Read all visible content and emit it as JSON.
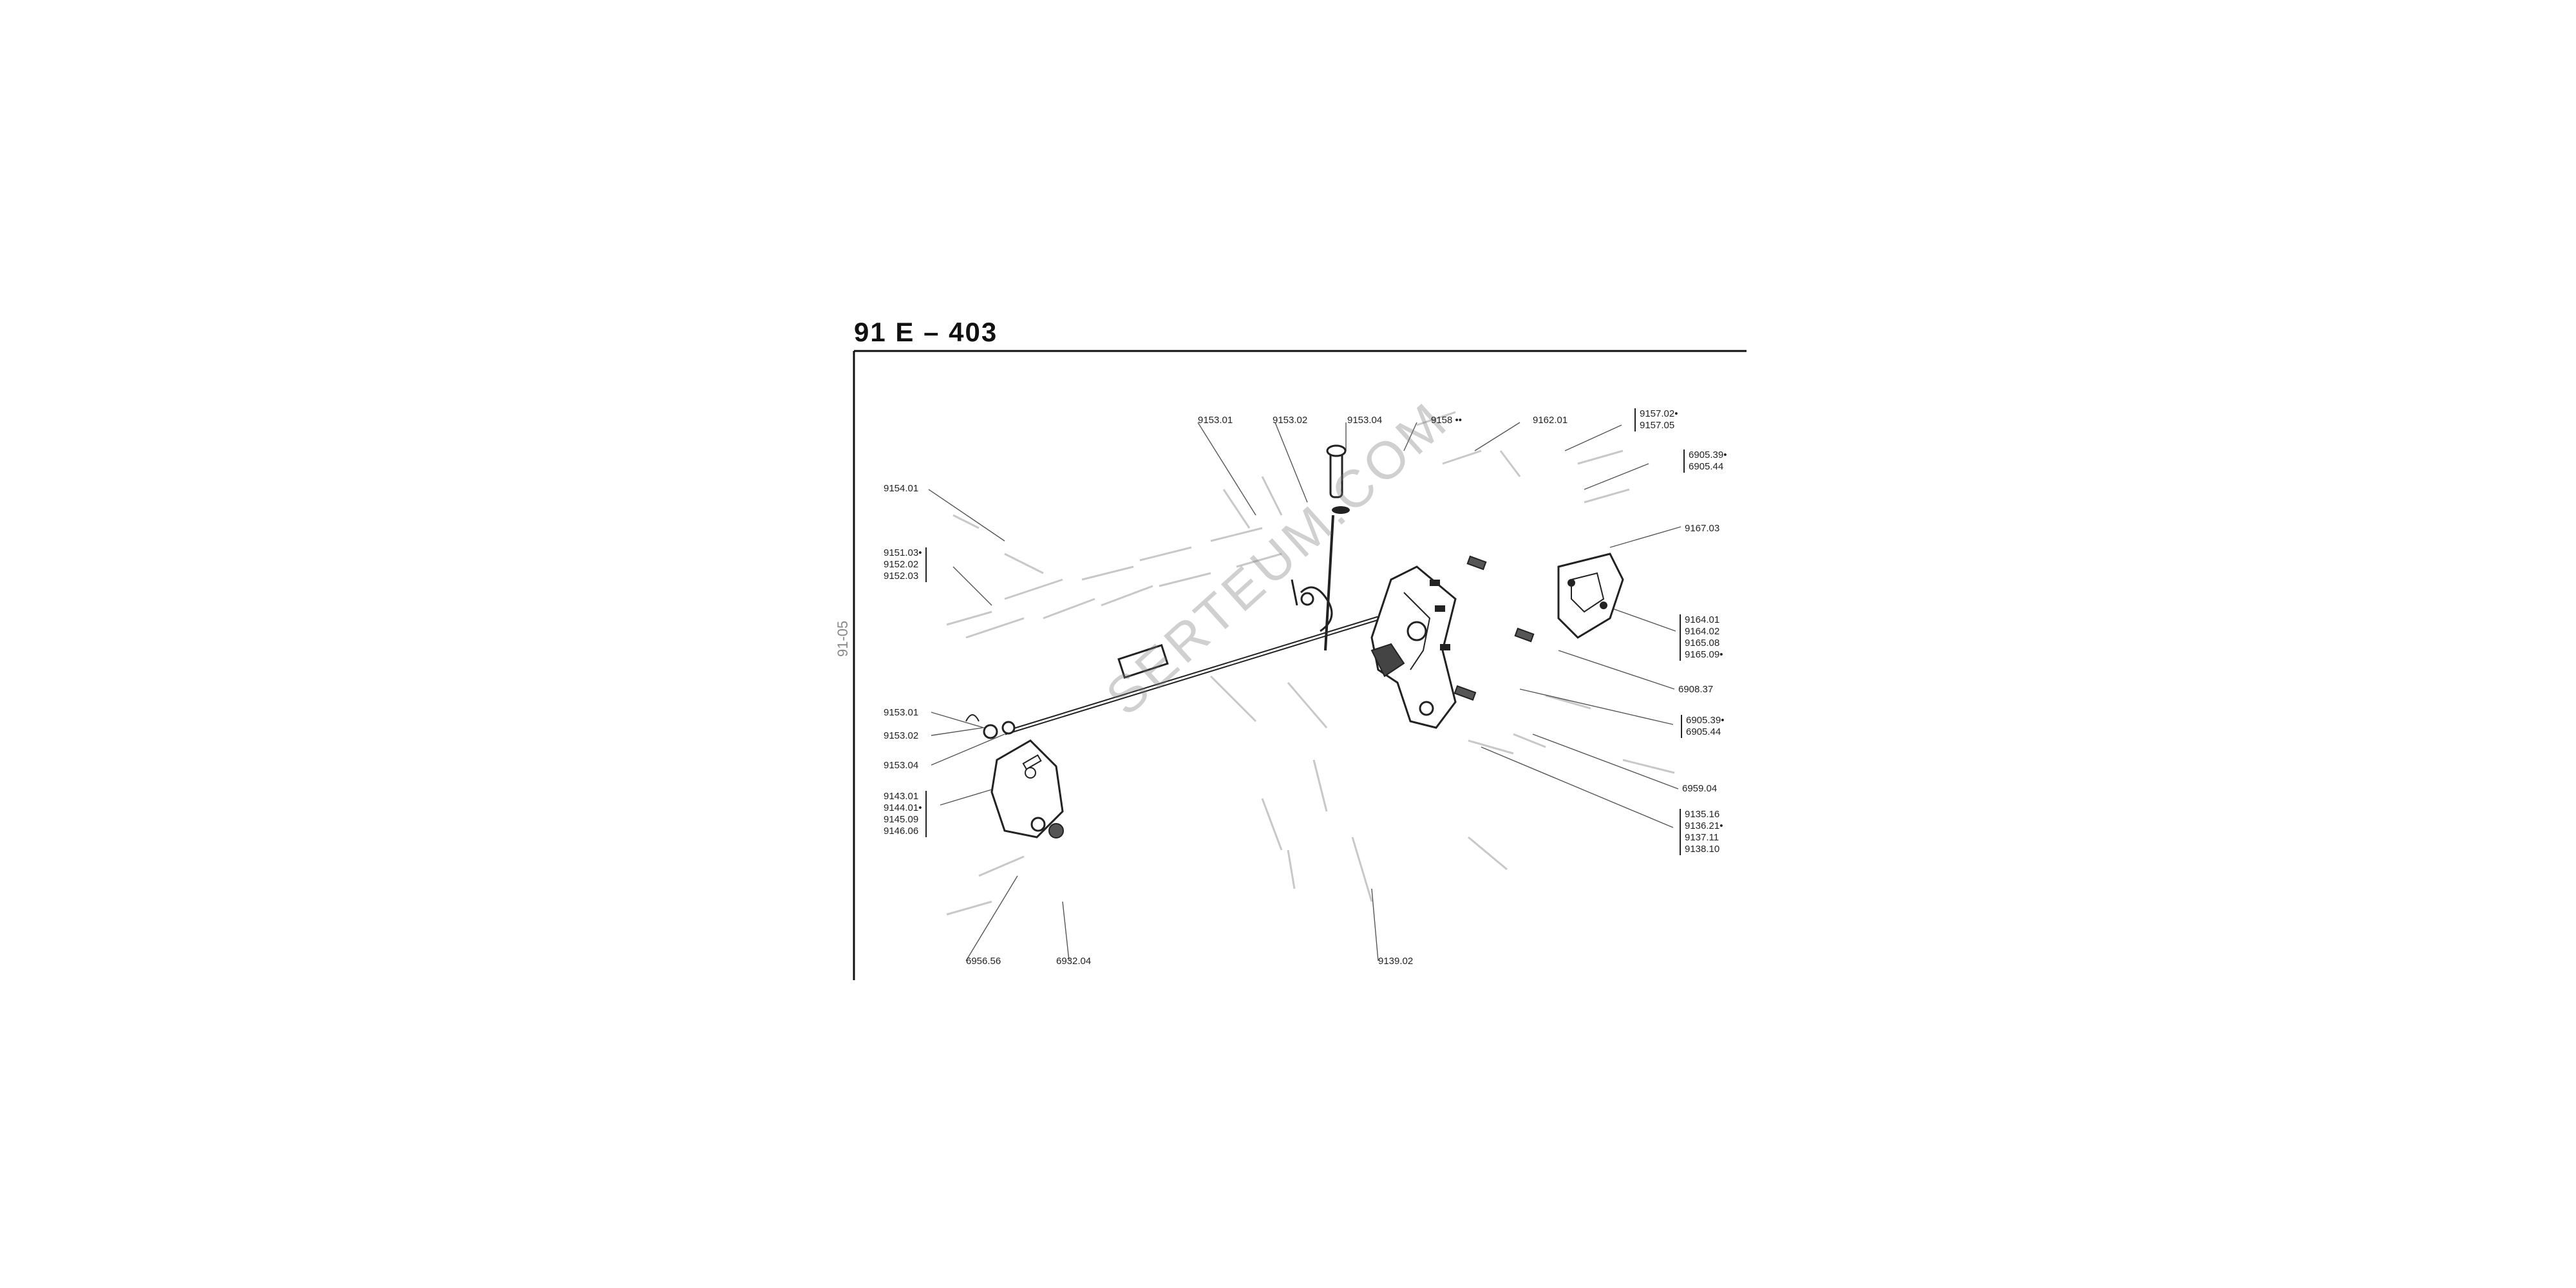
{
  "header": {
    "title": "91 E  –  403",
    "side_note": "91-05"
  },
  "watermark": "SERTEUM.COM",
  "labels": {
    "top_9153_01": "9153.01",
    "top_9153_02": "9153.02",
    "top_9153_04": "9153.04",
    "top_9158": "9158 ••",
    "top_9162_01": "9162.01",
    "r_9157": [
      "9157.02•",
      "9157.05"
    ],
    "r_6905a": [
      "6905.39•",
      "6905.44"
    ],
    "r_9167_03": "9167.03",
    "r_9164": [
      "9164.01",
      "9164.02",
      "9165.08",
      "9165.09•"
    ],
    "r_6908_37": "6908.37",
    "r_6905b": [
      "6905.39•",
      "6905.44"
    ],
    "r_6959_04": "6959.04",
    "r_9135": [
      "9135.16",
      "9136.21•",
      "9137.11",
      "9138.10"
    ],
    "l_9154_01": "9154.01",
    "l_9151": [
      "9151.03•",
      "9152.02",
      "9152.03"
    ],
    "l_9153_01": "9153.01",
    "l_9153_02": "9153.02",
    "l_9153_04": "9153.04",
    "l_9143": [
      "9143.01",
      "9144.01•",
      "9145.09",
      "9146.06"
    ],
    "b_6956_56": "6956.56",
    "b_6932_04": "6932.04",
    "b_9139_02": "9139.02"
  }
}
